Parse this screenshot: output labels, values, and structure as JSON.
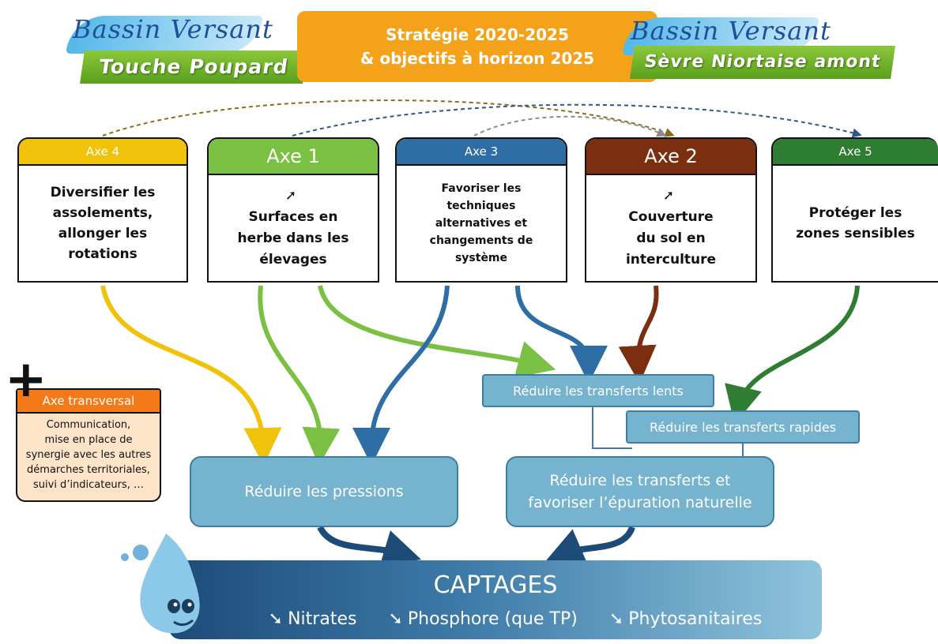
{
  "logo_left": {
    "script": "Bassin Versant",
    "ribbon": "Touche Poupard"
  },
  "logo_right": {
    "script": "Bassin Versant",
    "ribbon": "Sèvre Niortaise amont"
  },
  "title": {
    "line1": "Stratégie 2020-2025",
    "line2": "& objectifs à horizon 2025"
  },
  "axes": [
    {
      "header": "Axe 4",
      "color": "#f0c20a",
      "lines": [
        "Diversifier les",
        "assolements,",
        "allonger les",
        "rotations"
      ]
    },
    {
      "header": "Axe 1",
      "color": "#7ac143",
      "arrow": "➚",
      "lines": [
        "Surfaces en",
        "herbe dans les",
        "élevages"
      ]
    },
    {
      "header": "Axe 3",
      "color": "#2f6ea5",
      "lines": [
        "Favoriser les",
        "techniques",
        "alternatives et",
        "changements de",
        "système"
      ]
    },
    {
      "header": "Axe 2",
      "color": "#7b2e10",
      "arrow": "➚",
      "lines": [
        "Couverture",
        "du sol en",
        "interculture"
      ]
    },
    {
      "header": "Axe 5",
      "color": "#2f7d33",
      "lines": [
        "Protéger les",
        "zones sensibles"
      ]
    }
  ],
  "boxes": {
    "transferts_lents": "Réduire les transferts lents",
    "transferts_rapides": "Réduire les transferts rapides",
    "pressions": "Réduire les pressions",
    "epuration_line1": "Réduire les transferts et",
    "epuration_line2": "favoriser l’épuration naturelle"
  },
  "transversal": {
    "plus": "+",
    "header": "Axe transversal",
    "lines": [
      "Communication,",
      "mise en place de",
      "synergie avec les autres",
      "démarches territoriales,",
      "suivi d’indicateurs, …"
    ]
  },
  "captages": {
    "title": "CAPTAGES",
    "arrow": "➘",
    "items": [
      "Nitrates",
      "Phosphore (que TP)",
      "Phytosanitaires"
    ]
  }
}
